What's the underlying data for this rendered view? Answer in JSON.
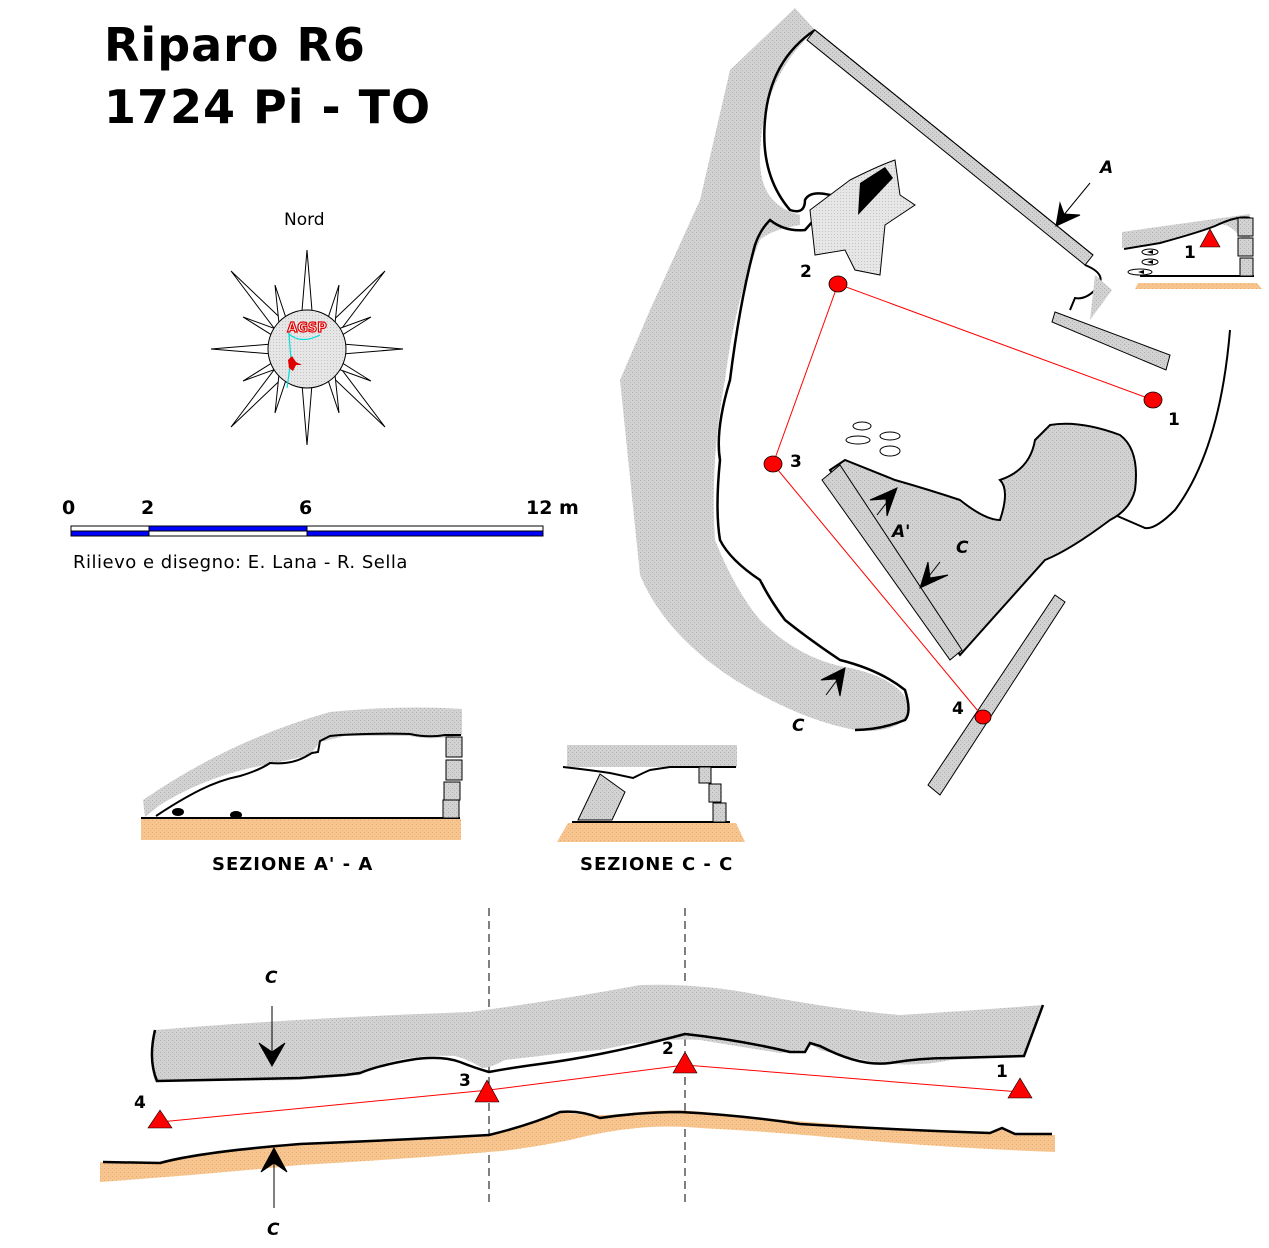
{
  "header": {
    "title_line1": "Riparo R6",
    "title_line2": "1724 Pi - TO"
  },
  "compass": {
    "north_label": "Nord",
    "logo_text": "AGSP",
    "icon": "compass-rose-icon"
  },
  "scale_bar": {
    "ticks": [
      "0",
      "2",
      "6",
      "12 m"
    ],
    "tick_values_m": [
      0,
      2,
      6,
      12
    ],
    "colors": {
      "fill": "#0000ff",
      "alt": "#ffffff"
    }
  },
  "credits": "Rilievo e disegno: E. Lana - R. Sella",
  "plan": {
    "stations": [
      {
        "id": "1",
        "label": "1"
      },
      {
        "id": "2",
        "label": "2"
      },
      {
        "id": "3",
        "label": "3"
      },
      {
        "id": "4",
        "label": "4"
      }
    ],
    "section_markers": {
      "a": "A",
      "a_prime": "A'",
      "c_top": "C",
      "c_bottom": "C"
    },
    "inset_station_label": "1"
  },
  "sections": {
    "a_prime_a": {
      "title": "SEZIONE A' - A"
    },
    "c_c": {
      "title": "SEZIONE C - C"
    }
  },
  "profile": {
    "stations": [
      "4",
      "3",
      "2",
      "1"
    ],
    "marker_top": "C",
    "marker_bottom": "C"
  },
  "colors": {
    "rock": "#c8c8c8",
    "ground": "#f5c48a",
    "survey_line": "#ff0000",
    "station": "#ff0000"
  }
}
